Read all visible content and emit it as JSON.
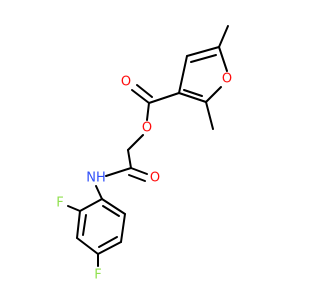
{
  "molecule": {
    "atoms": [
      {
        "id": "O_ring",
        "label": "O",
        "color": "#ff0d0d"
      },
      {
        "id": "O_ester_dbl",
        "label": "O",
        "color": "#ff0d0d"
      },
      {
        "id": "O_ester_single",
        "label": "O",
        "color": "#ff0d0d"
      },
      {
        "id": "O_amide",
        "label": "O",
        "color": "#ff0d0d"
      },
      {
        "id": "N_amide",
        "label": "NH",
        "color": "#3050f8"
      },
      {
        "id": "F_ortho",
        "label": "F",
        "color": "#90e050"
      },
      {
        "id": "F_para",
        "label": "F",
        "color": "#90e050"
      }
    ],
    "bond_color": "#000000"
  }
}
